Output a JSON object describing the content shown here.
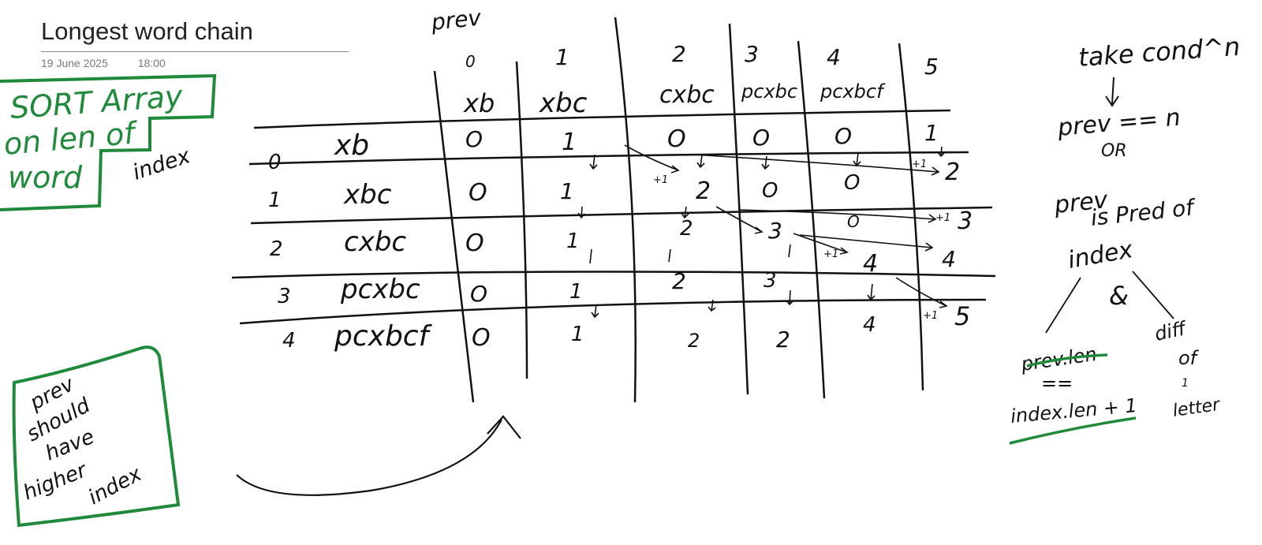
{
  "page": {
    "title": "Longest word chain",
    "date": "19 June 2025",
    "time": "18:00"
  },
  "colors": {
    "ink": "#111111",
    "green_ink": "#1f8a3a"
  },
  "notes": {
    "sort": [
      "SORT Array",
      "on len of",
      "word"
    ],
    "index": "index",
    "prev_label": "prev",
    "prev_should": [
      "prev",
      "should",
      "have",
      "higher",
      "index"
    ]
  },
  "table": {
    "column_numbers": [
      "0",
      "1",
      "2",
      "3",
      "4",
      "5"
    ],
    "column_words": [
      "xb",
      "xbc",
      "cxbc",
      "pcxbc",
      "pcxbcf"
    ],
    "rows": [
      {
        "index": "0",
        "word": "xb",
        "cells": [
          "O",
          "1",
          "O",
          "O",
          "O",
          "1"
        ],
        "result": "2"
      },
      {
        "index": "1",
        "word": "xbc",
        "cells": [
          "O",
          "1",
          "2",
          "O",
          "O"
        ],
        "result": "3"
      },
      {
        "index": "2",
        "word": "cxbc",
        "cells": [
          "O",
          "1",
          "2",
          "3",
          "O"
        ],
        "result": "4"
      },
      {
        "index": "3",
        "word": "pcxbc",
        "cells": [
          "O",
          "1",
          "2",
          "3",
          "4"
        ],
        "result": "5"
      },
      {
        "index": "4",
        "word": "pcxbcf",
        "cells": [
          "O",
          "1",
          "2",
          "2",
          "4"
        ]
      }
    ],
    "increment": "+1"
  },
  "conditions": {
    "take": "take cond^n",
    "eq": "prev == n",
    "or": "OR",
    "pred": [
      "prev",
      "is Pred of",
      "index"
    ],
    "and": "&",
    "len_a": "prev.len",
    "len_eq": "==",
    "len_b": "index.len + 1",
    "diff": [
      "diff",
      "of",
      "1",
      "letter"
    ]
  }
}
